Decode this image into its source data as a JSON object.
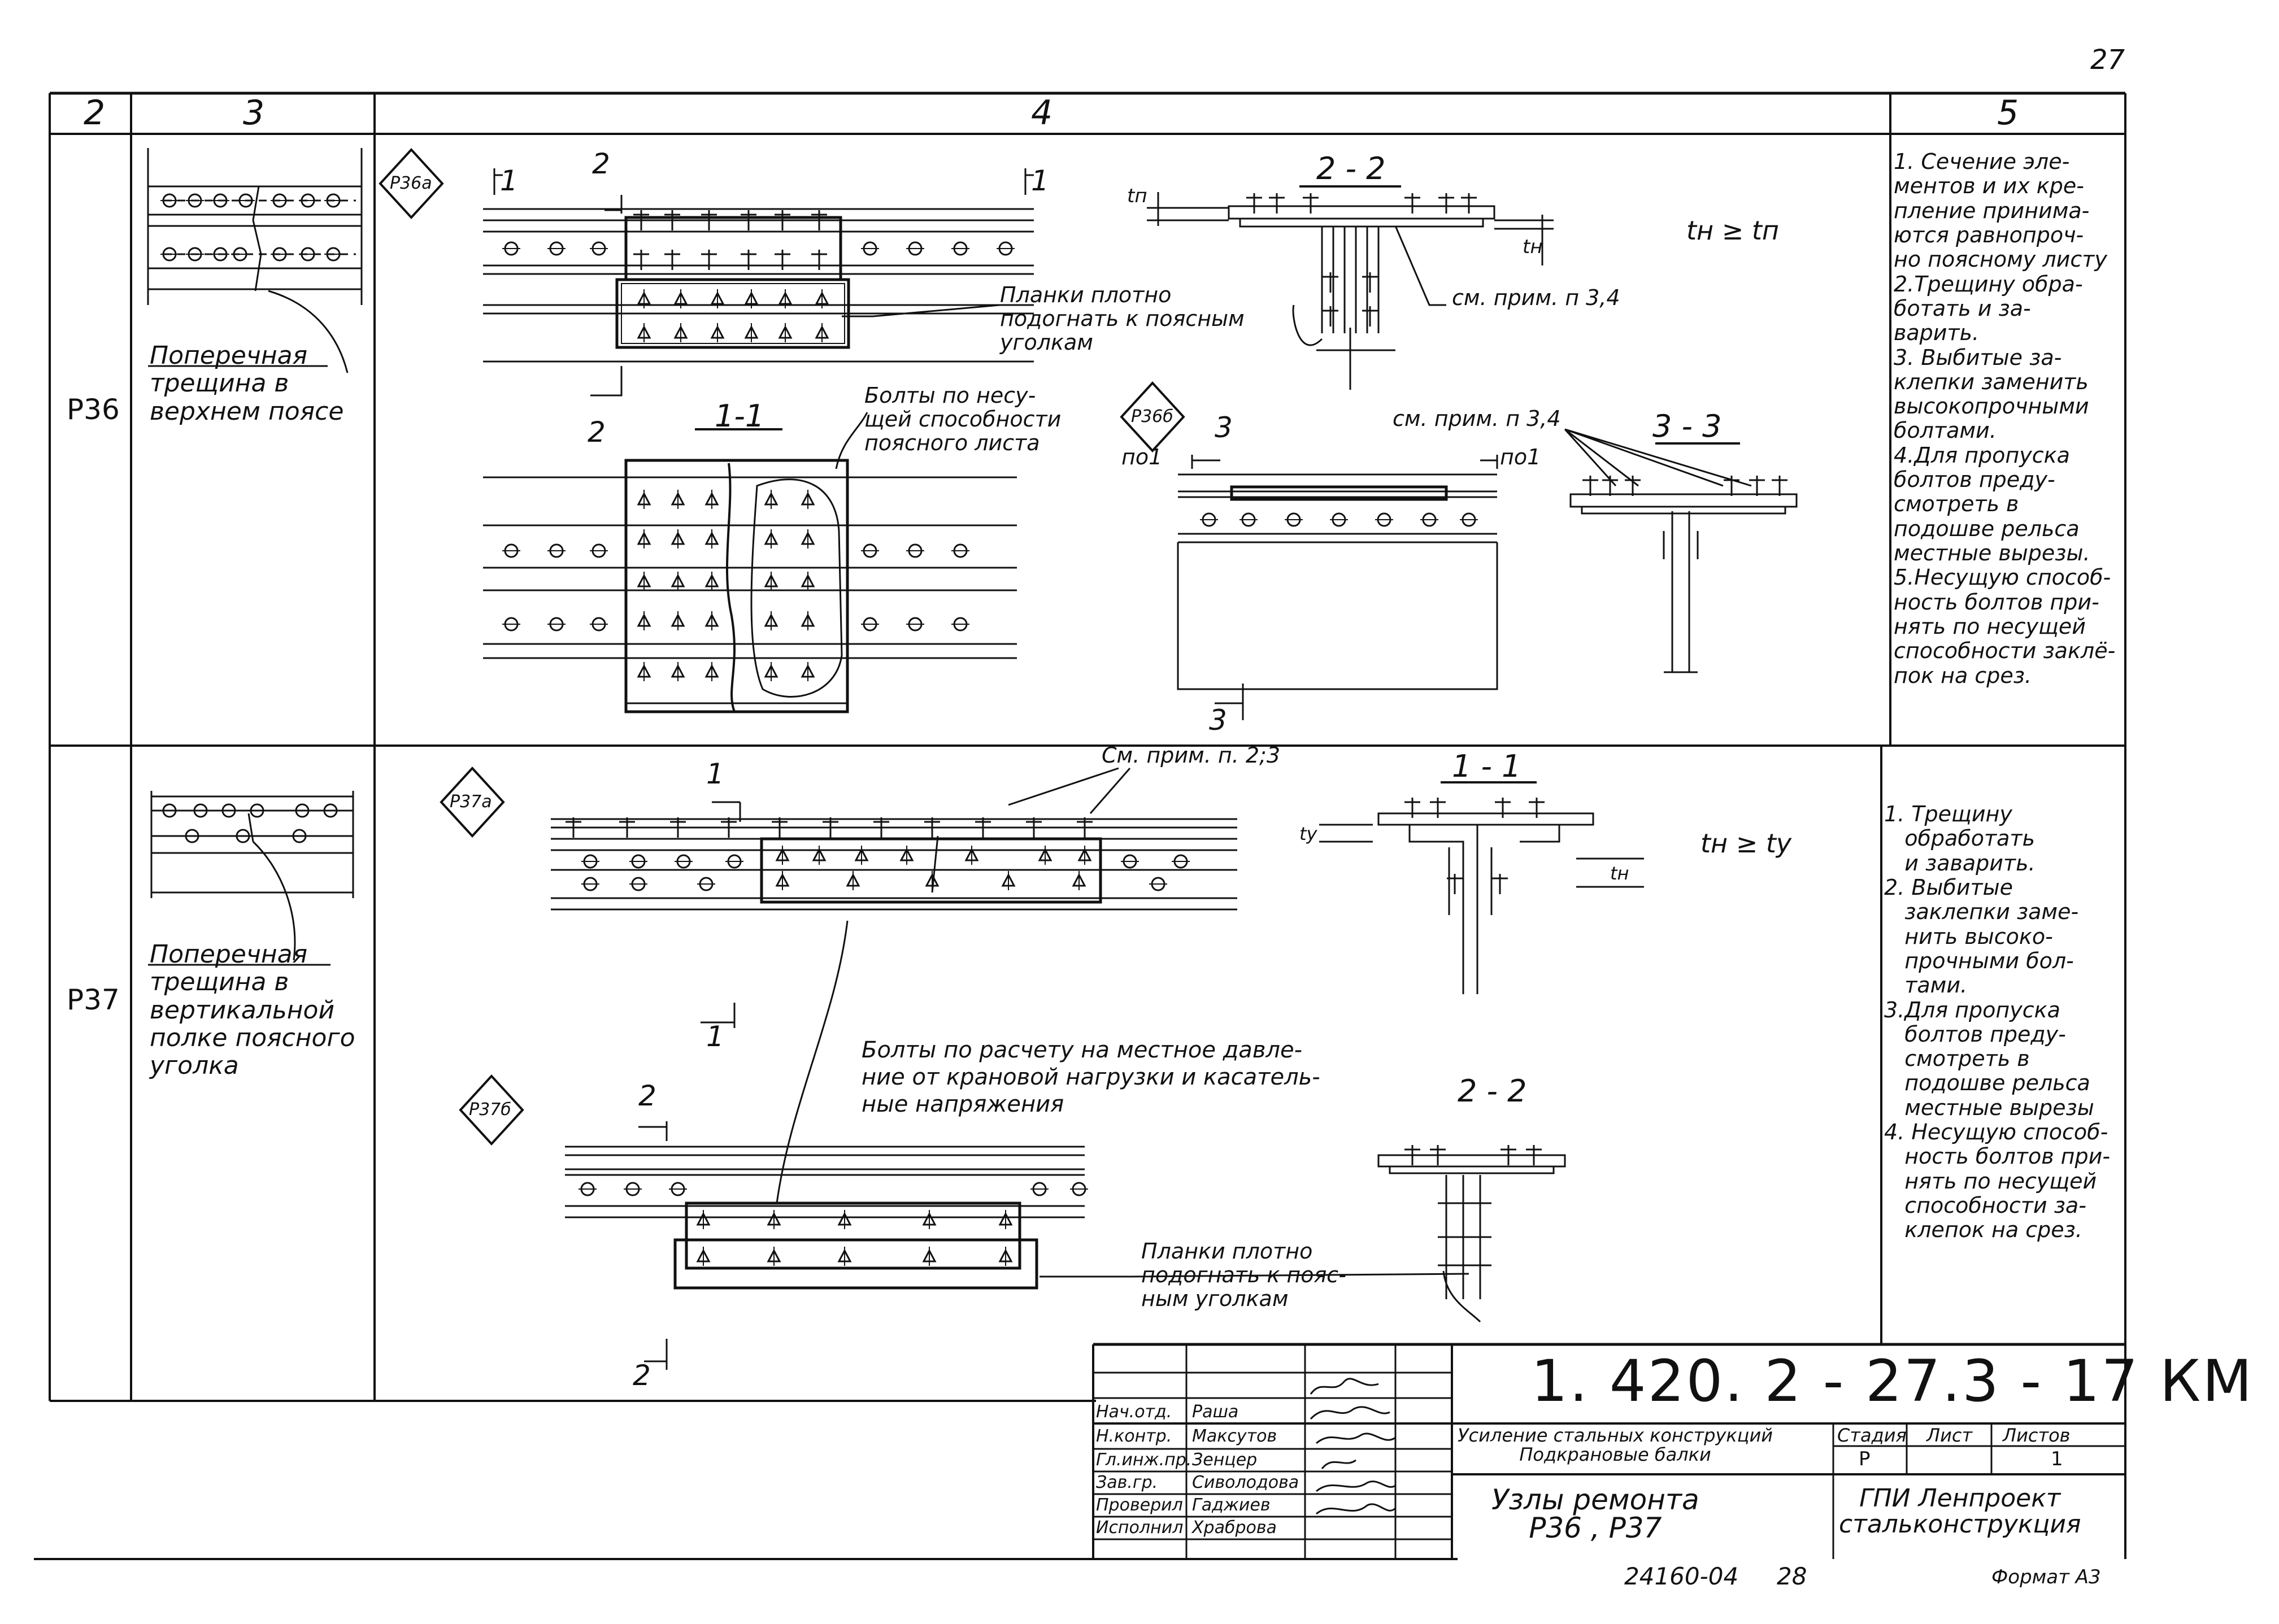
{
  "sheet": {
    "page_number": "27",
    "format": "Формат А3",
    "archive_number": "24160-04",
    "archive_sheet": "28"
  },
  "columns": {
    "c2": "2",
    "c3": "3",
    "c4": "4",
    "c5": "5"
  },
  "rows": [
    {
      "id": "Р36",
      "defect": "Поперечная\nтрещина в\nверхнем поясе",
      "tags": {
        "a": "Р36а",
        "b": "Р36б"
      },
      "section_marks": {
        "one": "1",
        "two": "2",
        "three": "3",
        "pol": "по1"
      },
      "sections": {
        "s22": "2 - 2",
        "s11": "1-1",
        "s33": "3 - 3"
      },
      "labels": {
        "planks": "Планки плотно\nподогнать к поясным\nуголкам",
        "bolts": "Болты по несу-\nщей способности\nпоясного листа",
        "see_note_34": "см. прим. п 3,4",
        "see_note_34b": "см. прим. п 3,4"
      },
      "formula": "tн ≥ tп",
      "dim_tp": "tп",
      "dim_tn": "tн",
      "notes": "1. Сечение эле-\nментов и их кре-\nпление принима-\nются равнопроч-\nно поясному листу\n2.Трещину обра-\nботать и за-\nварить.\n3. Выбитые за-\nклепки заменить\nвысокопрочными\nболтами.\n4.Для пропуска\nболтов преду-\nсмотреть в\nподошве рельса\nместные вырезы.\n5.Несущую способ-\nность болтов при-\nнять по несущей\nспособности заклё-\nпок на срез."
    },
    {
      "id": "Р37",
      "defect": "Поперечная\nтрещина в\nвертикальной\nполке поясного\nуголка",
      "tags": {
        "a": "Р37а",
        "b": "Р37б"
      },
      "section_marks": {
        "one": "1",
        "two": "2"
      },
      "sections": {
        "s11": "1 - 1",
        "s22": "2 - 2"
      },
      "labels": {
        "see_note_23": "См. прим. п. 2;3",
        "bolts": "Болты по расчету на местное давле-\nние от крановой нагрузки и касатель-\nные напряжения",
        "planks": "Планки плотно\nподогнать к пояс-\nным уголкам"
      },
      "formula": "tн ≥ tу",
      "dim_ty": "tу",
      "dim_tn": "tн",
      "notes": "1. Трещину\n   обработать\n   и заварить.\n2. Выбитые\n   заклепки заме-\n   нить высоко-\n   прочными бол-\n   тами.\n3.Для пропуска\n   болтов преду-\n   смотреть в\n   подошве рельса\n   местные вырезы\n4. Несущую способ-\n   ность болтов при-\n   нять по несущей\n   способности за-\n   клепок на срез."
    }
  ],
  "title_block": {
    "code": "1. 420. 2 - 27.3 - 17 КМ",
    "subject": "Усиление стальных конструкций\nПодкрановые балки",
    "drawing_title": "Узлы ремонта\nР36 , Р37",
    "stage_header": "Стадия",
    "sheet_header": "Лист",
    "sheets_header": "Листов",
    "stage": "Р",
    "sheet": "",
    "sheets": "1",
    "organization": "ГПИ Ленпроект\nстальконструкция",
    "staff": [
      {
        "role": "Нач.отд.",
        "name": "Раша"
      },
      {
        "role": "Н.контр.",
        "name": "Максутов"
      },
      {
        "role": "Гл.инж.пр.",
        "name": "Зенцер"
      },
      {
        "role": "Зав.гр.",
        "name": "Сиволодова"
      },
      {
        "role": "Проверил",
        "name": "Гаджиев"
      },
      {
        "role": "Исполнил",
        "name": "Храброва"
      }
    ]
  }
}
